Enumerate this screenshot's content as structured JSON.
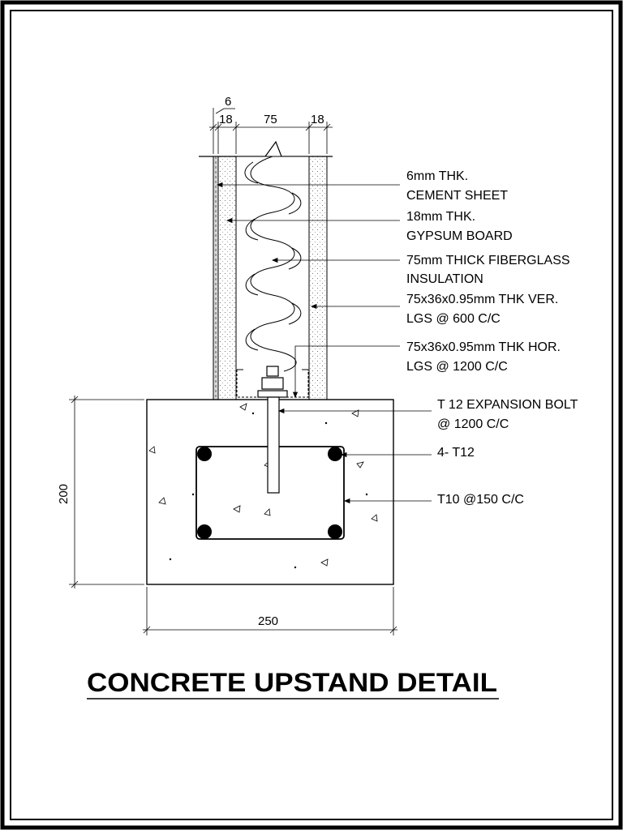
{
  "title": "CONCRETE UPSTAND DETAIL",
  "dimensions": {
    "cement_sheet": "6",
    "gypsum_left": "18",
    "insulation": "75",
    "gypsum_right": "18",
    "height": "200",
    "width": "250"
  },
  "labels": {
    "cement_sheet_1": "6mm THK.",
    "cement_sheet_2": "CEMENT SHEET",
    "gypsum_1": "18mm THK.",
    "gypsum_2": "GYPSUM BOARD",
    "insulation_1": "75mm THICK FIBERGLASS",
    "insulation_2": "INSULATION",
    "lgs_ver_1": "75x36x0.95mm THK VER.",
    "lgs_ver_2": "LGS @ 600 C/C",
    "lgs_hor_1": "75x36x0.95mm THK HOR.",
    "lgs_hor_2": "LGS @ 1200 C/C",
    "bolt_1": "T 12 EXPANSION BOLT",
    "bolt_2": "@ 1200 C/C",
    "rebar": "4- T12",
    "stirrup": "T10 @150 C/C"
  }
}
